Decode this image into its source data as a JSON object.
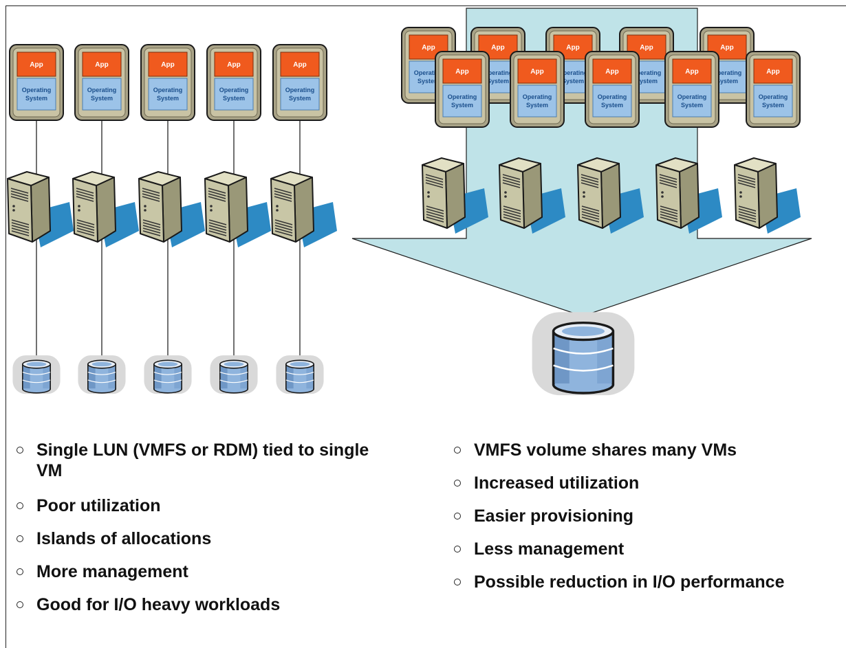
{
  "labels": {
    "app": "App",
    "os_line1": "Operating",
    "os_line2": "System"
  },
  "left_bullets": [
    "Single LUN (VMFS or RDM) tied to single VM",
    "Poor utilization",
    "Islands of allocations",
    "More management",
    "Good for I/O heavy workloads"
  ],
  "right_bullets": [
    "VMFS volume shares many VMs",
    "Increased utilization",
    "Easier provisioning",
    "Less management",
    "Possible reduction in I/O performance"
  ],
  "colors": {
    "app_orange": "#f05a1e",
    "os_blue": "#9cc3e8",
    "vm_frame": "#c9c3a4",
    "server_body": "#c8c6a6",
    "server_shadow": "#2d8ac4",
    "arrow_fill": "#bfe3e8",
    "disk_blue": "#8fb4dd",
    "disk_gray": "#d9d9d9"
  },
  "icons": [
    "vm-icon",
    "server-icon",
    "disk-icon",
    "arrow-icon",
    "bullet-icon"
  ]
}
